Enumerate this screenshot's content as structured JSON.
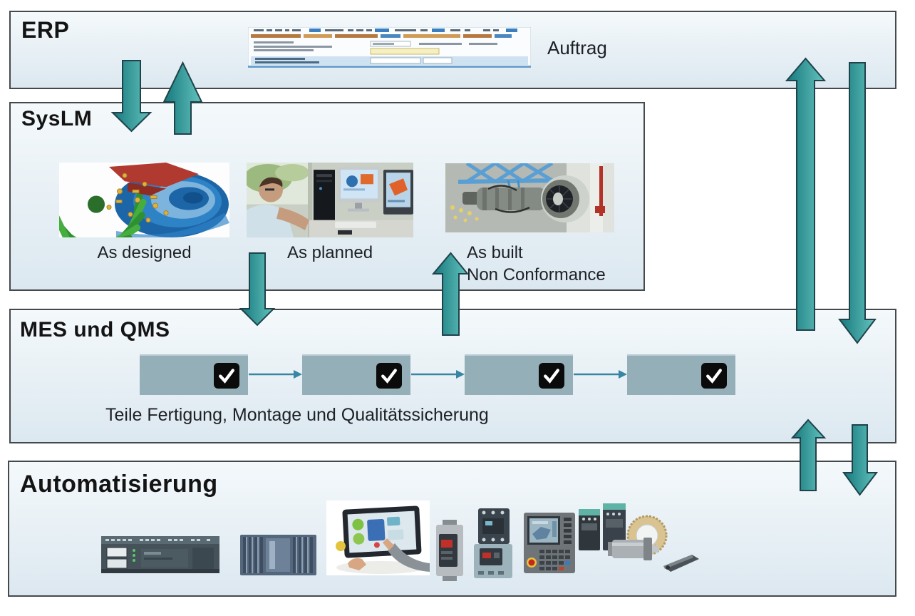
{
  "colors": {
    "arrow_gradient_start": "#17787d",
    "arrow_gradient_end": "#62c3bd",
    "arrow_outline": "#20424a",
    "box_border": "#45494c",
    "box_fill_top": "#f4f9fb",
    "box_fill_bottom": "#dce8f0",
    "process_box_fill": "#95afb8",
    "process_box_edge": "#b9ccd2",
    "connector_color": "#3787a3",
    "checkbox_bg": "#0b0b0b",
    "checkmark_color": "#ffffff",
    "label_color": "#1d2126"
  },
  "erp": {
    "title": "ERP",
    "order_label": "Auftrag",
    "screenshot": "sap-order-screenshot"
  },
  "syslm": {
    "title": "SysLM",
    "items": [
      {
        "label": "As designed",
        "image": "turbine-cad-image"
      },
      {
        "label": "As planned",
        "image": "planning-workstation-image"
      },
      {
        "label": "As built",
        "sublabel": "Non Conformance",
        "image": "jet-engine-assembly-image"
      }
    ]
  },
  "mes": {
    "title": "MES und QMS",
    "caption": "Teile Fertigung, Montage und Qualitätssicherung",
    "steps": [
      {
        "name": "process-step-1",
        "checked": true
      },
      {
        "name": "process-step-2",
        "checked": true
      },
      {
        "name": "process-step-3",
        "checked": true
      },
      {
        "name": "process-step-4",
        "checked": true
      }
    ]
  },
  "automation": {
    "title": "Automatisierung",
    "products": [
      "plc-logo-module",
      "industrial-pc",
      "hmi-touch-panel",
      "timer-relay",
      "contactor",
      "cnc-control-panel",
      "motor-starter-modules",
      "torque-motor-ring",
      "servo-motor",
      "linear-module"
    ]
  },
  "arrows": [
    {
      "name": "erp-to-syslm",
      "direction": "down"
    },
    {
      "name": "syslm-to-erp",
      "direction": "up"
    },
    {
      "name": "syslm-to-mes",
      "direction": "down"
    },
    {
      "name": "mes-to-syslm",
      "direction": "up"
    },
    {
      "name": "mes-to-erp",
      "direction": "up"
    },
    {
      "name": "erp-to-mes",
      "direction": "down"
    },
    {
      "name": "automatisierung-to-mes",
      "direction": "up"
    },
    {
      "name": "mes-to-automatisierung",
      "direction": "down"
    }
  ]
}
